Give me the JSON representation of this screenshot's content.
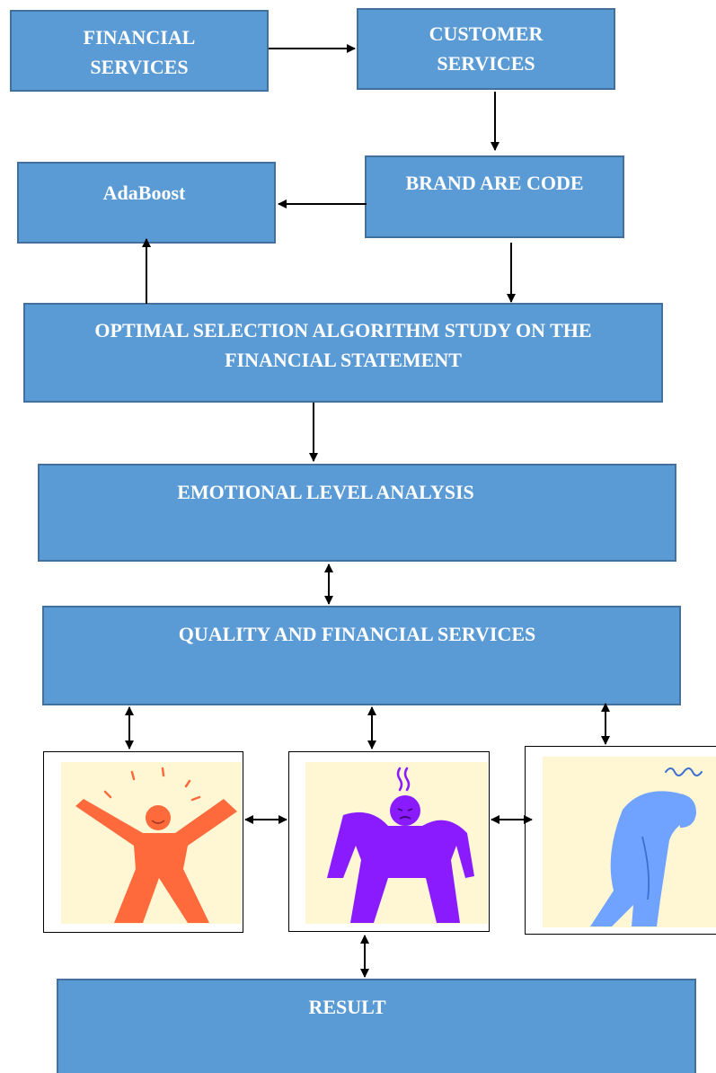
{
  "nodes": {
    "financial_services": "FINANCIAL SERVICES",
    "customer_services": "CUSTOMER SERVICES",
    "brand_are_code": "BRAND ARE CODE",
    "adaboost": "AdaBoost",
    "optimal_selection": "OPTIMAL SELECTION ALGORITHM STUDY ON THE FINANCIAL STATEMENT",
    "emotional_level": "EMOTIONAL LEVEL ANALYSIS",
    "quality_financial": "QUALITY AND FINANCIAL SERVICES",
    "result": "RESULT"
  },
  "colors": {
    "box_fill": "#5b9bd5",
    "box_border": "#41719c",
    "happy_figure": "#ff6a3d",
    "angry_figure": "#8a1bff",
    "sad_figure": "#6fa3ff"
  }
}
